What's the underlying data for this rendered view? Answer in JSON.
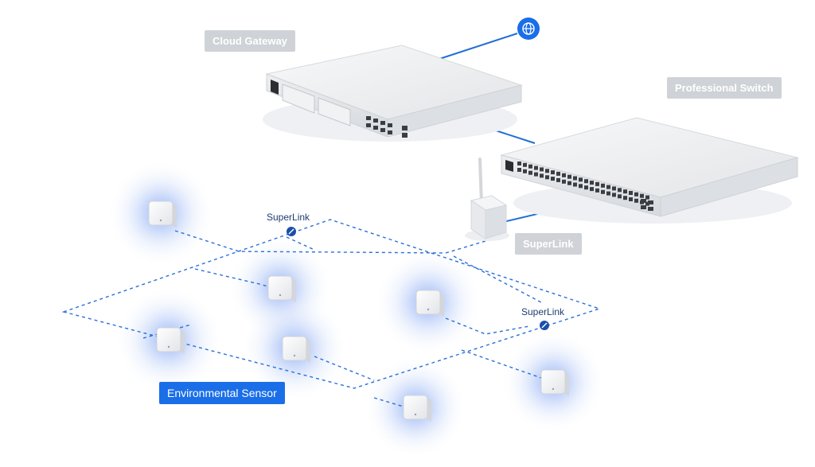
{
  "labels": {
    "cloud_gateway": "Cloud Gateway",
    "professional_switch": "Professional Switch",
    "superlink_device": "SuperLink",
    "environmental_sensor": "Environmental Sensor",
    "superlink_left": "SuperLink",
    "superlink_right": "SuperLink"
  },
  "colors": {
    "accent": "#1a6ee8",
    "cable": "#1f6fd6",
    "mesh": "#2a70d8",
    "tag_gray": "#cfd2d6",
    "device_body": "#e9ebee",
    "halo": "#4a86f0"
  },
  "icons": [
    "globe-icon",
    "superlink-node-icon"
  ]
}
